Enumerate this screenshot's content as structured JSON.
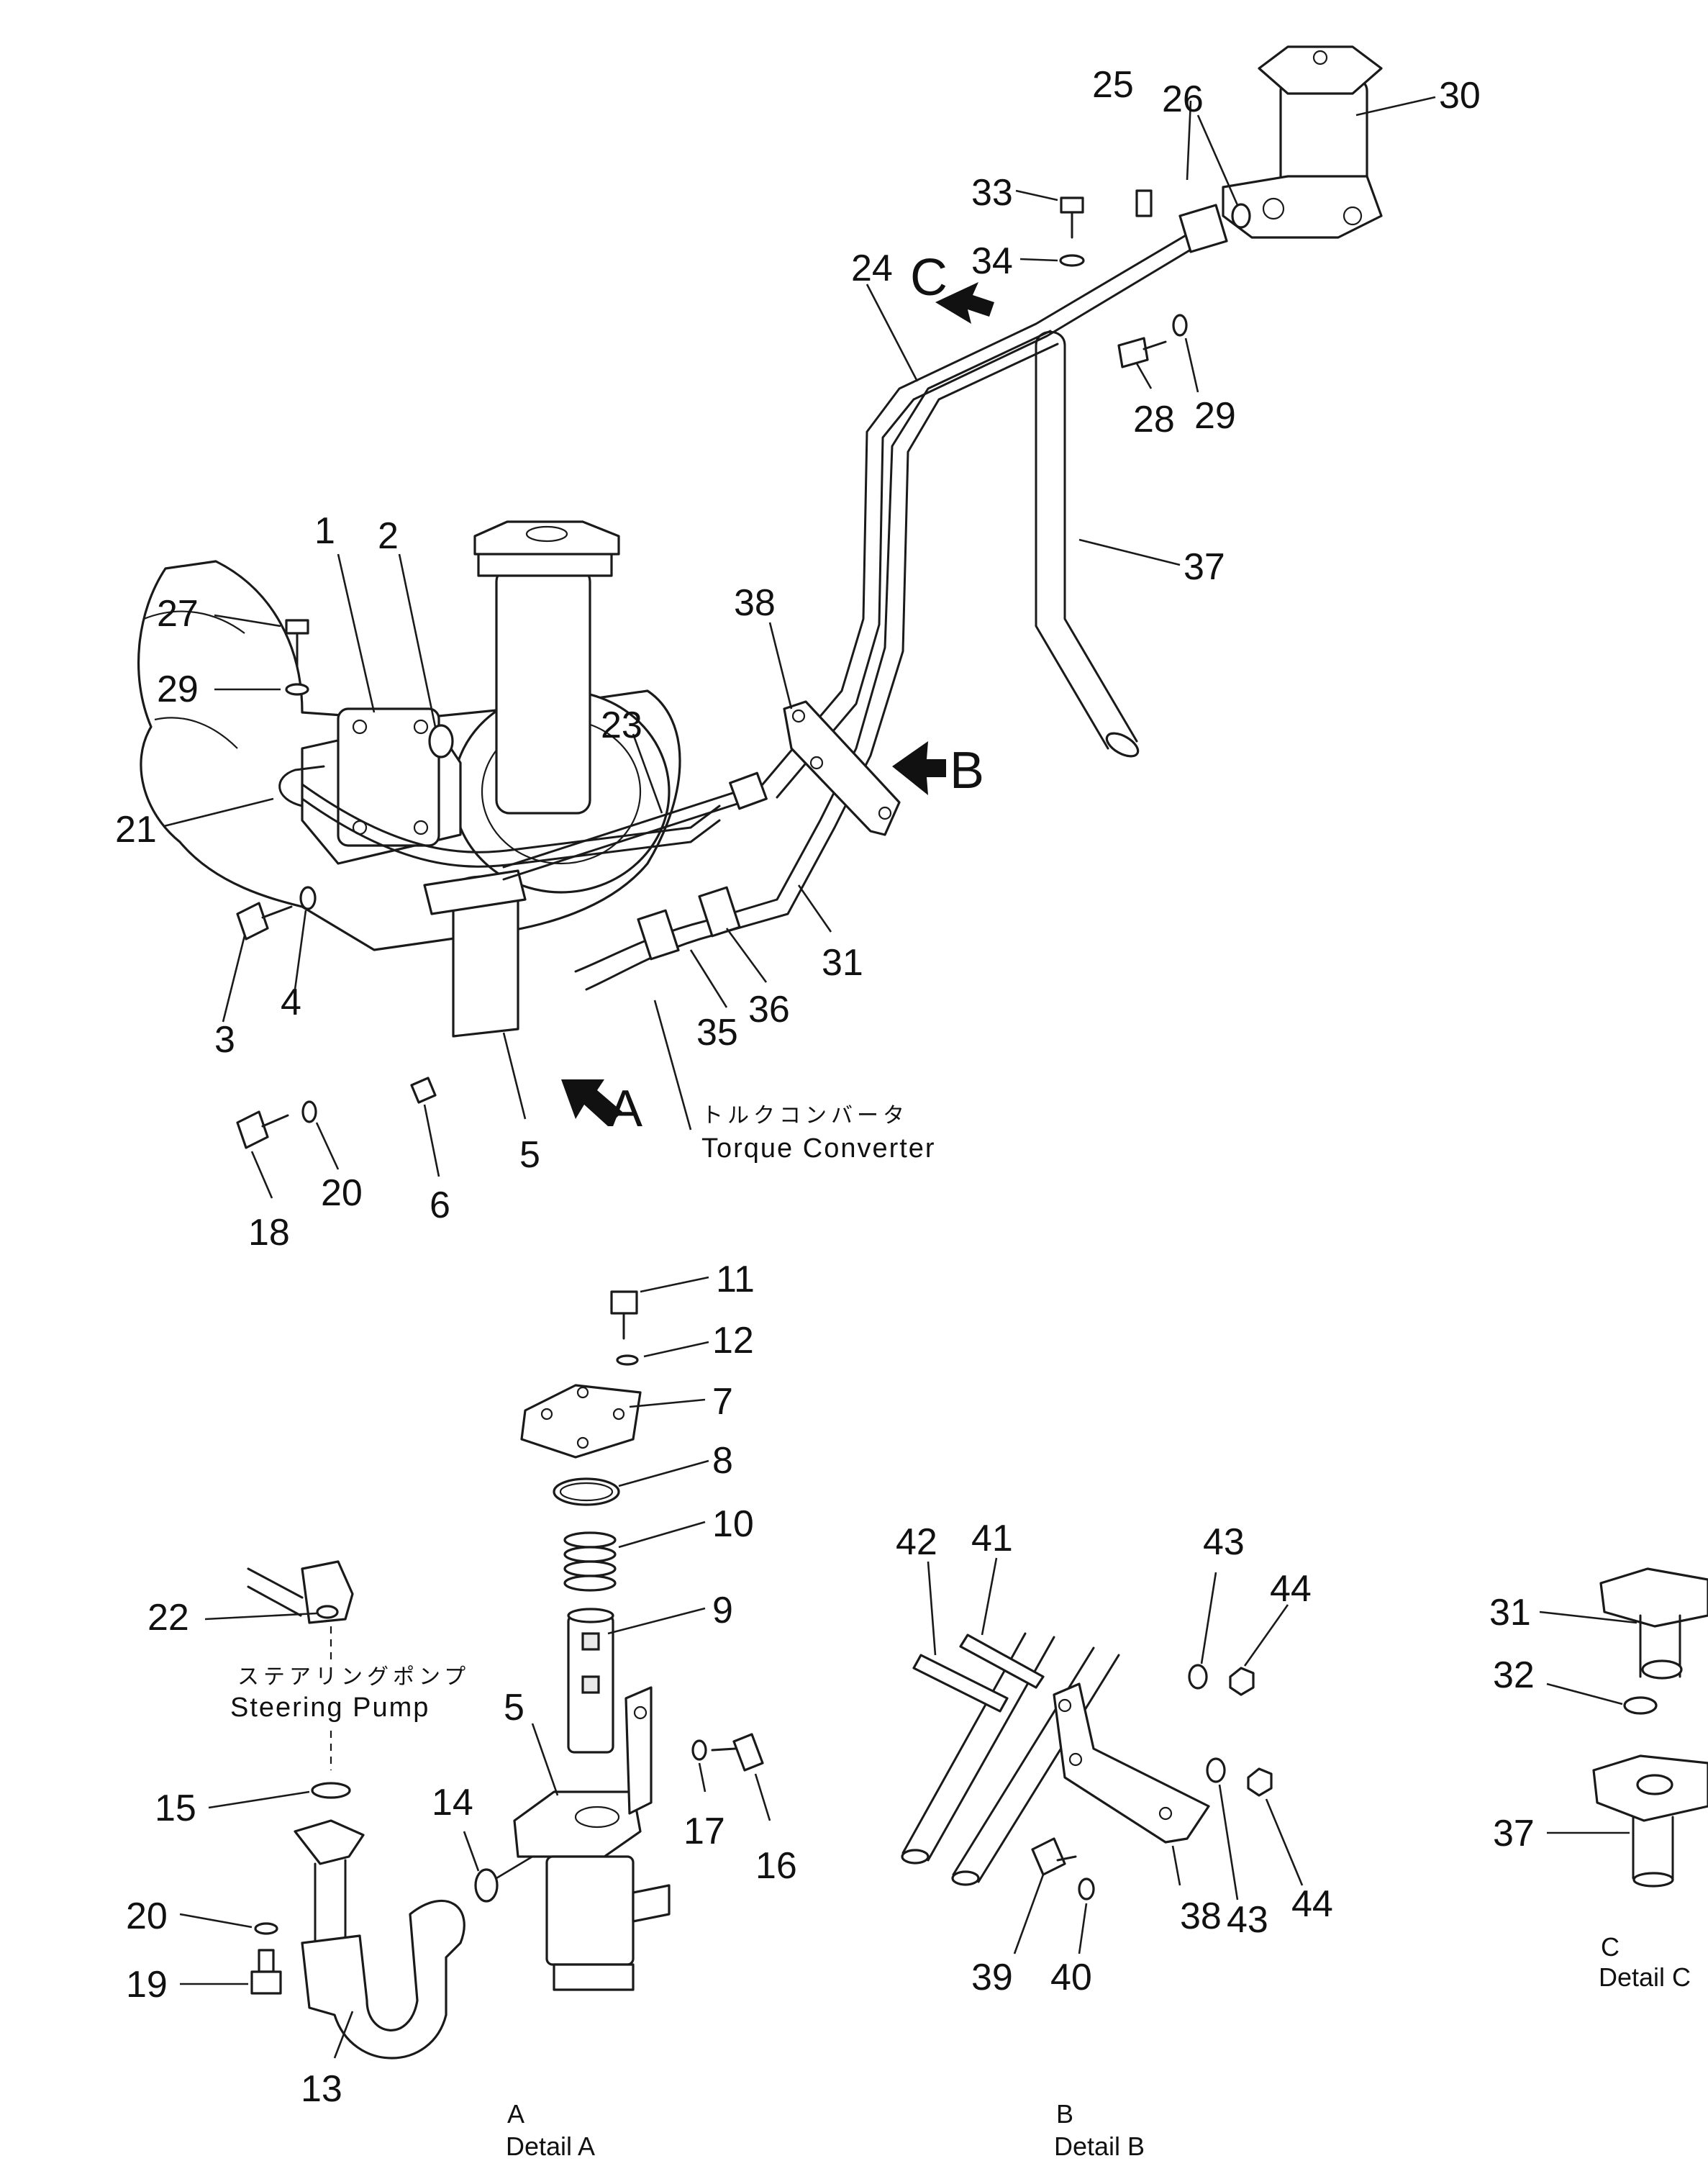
{
  "callouts": {
    "n1": "1",
    "n2": "2",
    "n3": "3",
    "n4": "4",
    "n5": "5",
    "n5b": "5",
    "n6": "6",
    "n7": "7",
    "n8": "8",
    "n9": "9",
    "n10": "10",
    "n11": "11",
    "n12": "12",
    "n13": "13",
    "n14": "14",
    "n15": "15",
    "n16": "16",
    "n17": "17",
    "n18": "18",
    "n19": "19",
    "n20": "20",
    "n20b": "20",
    "n21": "21",
    "n22": "22",
    "n23": "23",
    "n24": "24",
    "n25": "25",
    "n26": "26",
    "n27": "27",
    "n28": "28",
    "n29": "29",
    "n29b": "29",
    "n30": "30",
    "n31": "31",
    "n31b": "31",
    "n32": "32",
    "n33": "33",
    "n34": "34",
    "n35": "35",
    "n36": "36",
    "n37": "37",
    "n37b": "37",
    "n38": "38",
    "n38b": "38",
    "n39": "39",
    "n40": "40",
    "n41": "41",
    "n42": "42",
    "n43": "43",
    "n43b": "43",
    "n44": "44",
    "n44b": "44"
  },
  "notes": {
    "torque_converter_jp": "トルクコンバータ",
    "torque_converter_en": "Torque Converter",
    "steering_pump_jp": "ステアリングポンプ",
    "steering_pump_en": "Steering Pump"
  },
  "view_arrows": {
    "a": "A",
    "b": "B",
    "c": "C"
  },
  "detail_captions": {
    "a_top": "A",
    "a_bottom": "Detail A",
    "b_top": "B",
    "b_bottom": "Detail B",
    "c_top": "C",
    "c_bottom": "Detail C"
  }
}
